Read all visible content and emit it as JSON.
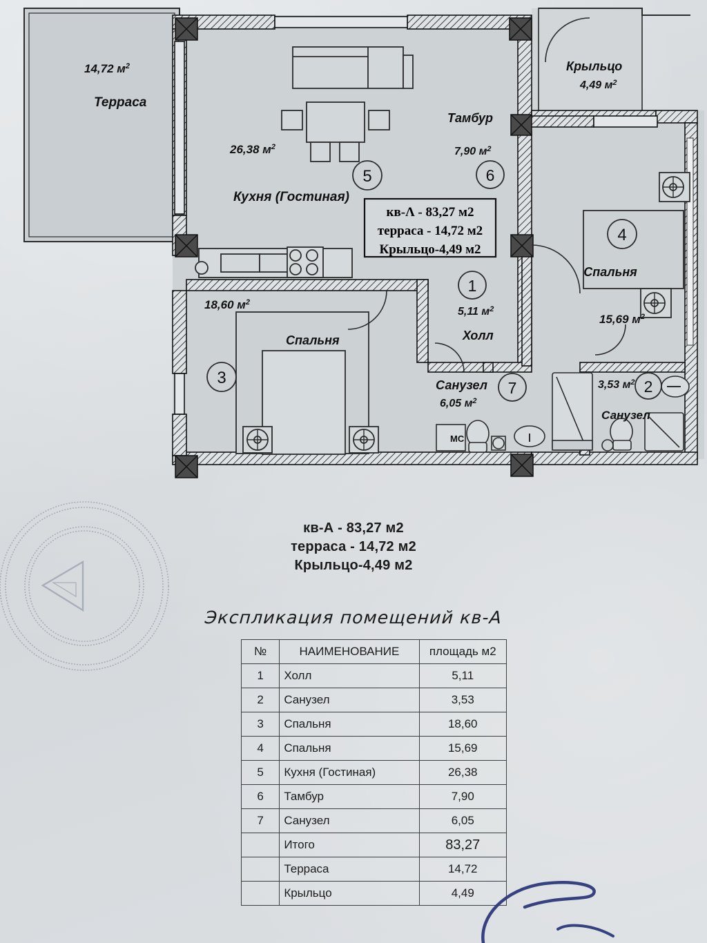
{
  "document": {
    "kind": "apartment-floor-plan",
    "unit": "кв-А"
  },
  "plan_summary_box": {
    "line1": "кв-Λ - 83,27 м2",
    "line2": "терраса - 14,72 м2",
    "line3": "Крыльцо-4,49 м2"
  },
  "summary_bottom": {
    "line1": "кв-А - 83,27 м2",
    "line2": "терраса - 14,72 м2",
    "line3": "Крыльцо-4,49 м2"
  },
  "explication": {
    "title": "Экспликация помещений кв-А",
    "headers": {
      "num": "№",
      "name": "НАИМЕНОВАНИЕ",
      "area": "площадь м2"
    },
    "rows": [
      {
        "num": "1",
        "name": "Холл",
        "area": "5,11"
      },
      {
        "num": "2",
        "name": "Санузел",
        "area": "3,53"
      },
      {
        "num": "3",
        "name": "Спальня",
        "area": "18,60"
      },
      {
        "num": "4",
        "name": "Спальня",
        "area": "15,69"
      },
      {
        "num": "5",
        "name": "Кухня (Гостиная)",
        "area": "26,38"
      },
      {
        "num": "6",
        "name": "Тамбур",
        "area": "7,90"
      },
      {
        "num": "7",
        "name": "Санузел",
        "area": "6,05"
      }
    ],
    "totals": [
      {
        "num": "",
        "name": "Итого",
        "area": "83,27",
        "bold": true
      },
      {
        "num": "",
        "name": "Терраса",
        "area": "14,72",
        "bold": false
      },
      {
        "num": "",
        "name": "Крыльцо",
        "area": "4,49",
        "bold": false
      }
    ]
  },
  "plan_labels": {
    "terrace_area": "14,72 м",
    "terrace_name": "Терраса",
    "kitchen_area": "26,38 м",
    "kitchen_name": "Кухня (Гостиная)",
    "kitchen_num": "5",
    "porch_name": "Крыльцо",
    "porch_area": "4,49 м",
    "tambour_name": "Тамбур",
    "tambour_area": "7,90 м",
    "tambour_num": "6",
    "bedroom4_num": "4",
    "bedroom4_name": "Спальня",
    "bedroom4_area": "15,69 м",
    "hall_num": "1",
    "hall_area": "5,11 м",
    "hall_name": "Холл",
    "bedroom3_area": "18,60 м",
    "bedroom3_name": "Спальня",
    "bedroom3_num": "3",
    "bath7_name": "Санузел",
    "bath7_area": "6,05 м",
    "bath7_num": "7",
    "bath2_area": "3,53 м",
    "bath2_num": "2",
    "bath2_name": "Санузел",
    "wc_tag": "МС",
    "superscript": "2"
  },
  "colors": {
    "paper": "#d9dde0",
    "ink": "#1a1a1a",
    "wall": "#111111",
    "column": "#4a4a4a",
    "room_fill": "#c9ced2",
    "signature": "#2d3a7a"
  }
}
